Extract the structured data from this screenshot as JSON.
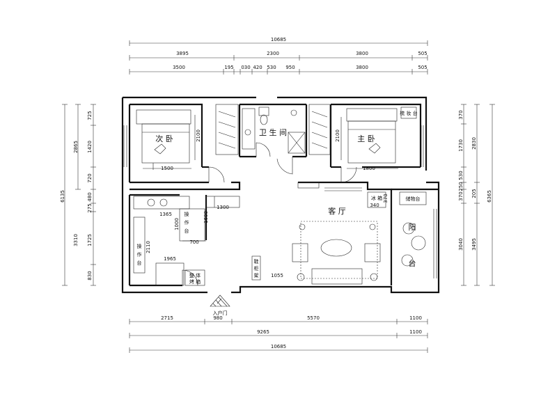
{
  "dims": {
    "top": {
      "overall": "10685",
      "row1": [
        "3895",
        "2300",
        "3800",
        "505"
      ],
      "row2": [
        "3500",
        "195",
        "030",
        "420",
        "530",
        "950",
        "3800",
        "505"
      ]
    },
    "bottom": {
      "row1": [
        "2715",
        "980",
        "5570",
        "1100"
      ],
      "row2": [
        "9265",
        "1100"
      ],
      "overall": "10685"
    },
    "left": {
      "overall": "6135",
      "upper_total": "2865",
      "upper": [
        "725",
        "1420",
        "720"
      ],
      "lower": [
        "480",
        "275",
        "3310",
        "1725",
        "830"
      ]
    },
    "right": {
      "overall": "6365",
      "upper_total": "2830",
      "upper": [
        "370",
        "1730",
        "530",
        "250"
      ],
      "mid": [
        "370",
        "205"
      ],
      "lower_total": "3495",
      "lower": [
        "3040"
      ]
    },
    "interior": [
      "2100",
      "1500",
      "2100",
      "1800",
      "1300",
      "1365",
      "1000",
      "1600",
      "700",
      "2110",
      "1965",
      "340",
      "370",
      "1055"
    ]
  },
  "rooms": {
    "bedroom2": "次  卧",
    "bathroom": "卫 生 间",
    "master": "主  卧",
    "living": "客       厅",
    "balcony_top": "阳",
    "balcony_bottom": "台",
    "entrance": "入户门"
  },
  "fixtures": {
    "counter_top": [
      "操",
      "作",
      "台"
    ],
    "counter_left": [
      "操",
      "作",
      "台"
    ],
    "fridge": [
      "整 体",
      "烤 箱"
    ],
    "shoe": [
      "鞋",
      "柜",
      "架"
    ],
    "storage_right": "储物台",
    "study_right": "梳 妆 台",
    "cabinet_small": "冰 箱"
  }
}
